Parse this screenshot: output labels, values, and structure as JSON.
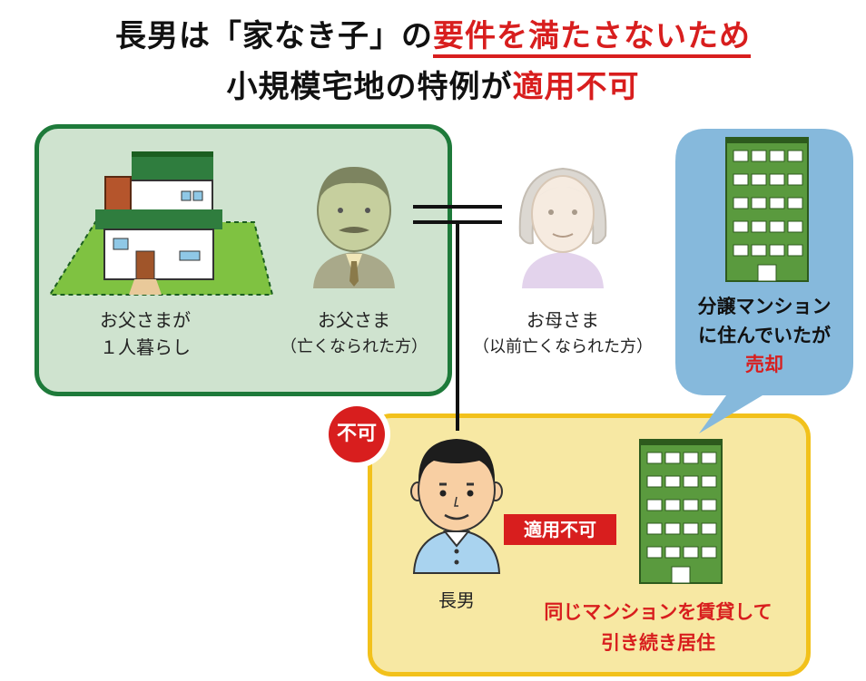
{
  "title": {
    "line1_prefix": "長男は「家なき子」の",
    "line1_emph": "要件を満たさないため",
    "line2_prefix": "小規模宅地の特例が",
    "line2_emph": "適用不可"
  },
  "father_box": {
    "house_caption_1": "お父さまが",
    "house_caption_2": "１人暮らし",
    "father_name": "お父さま",
    "father_note": "（亡くなられた方）"
  },
  "mother": {
    "name": "お母さま",
    "note": "（以前亡くなられた方）"
  },
  "bubble": {
    "line1": "分譲マンション",
    "line2": "に住んでいたが",
    "line3": "売却"
  },
  "son_box": {
    "badge": "不可",
    "son_name": "長男",
    "label": "適用不可",
    "note_1": "同じマンションを賃貸して",
    "note_2": "引き続き居住"
  },
  "colors": {
    "accent_red": "#d81e1e",
    "green_frame": "#1e7a3a",
    "green_fill": "#cfe3cf",
    "yellow_frame": "#f2c11b",
    "yellow_fill": "#f7e8a3",
    "bubble_blue": "#86b9dc"
  }
}
